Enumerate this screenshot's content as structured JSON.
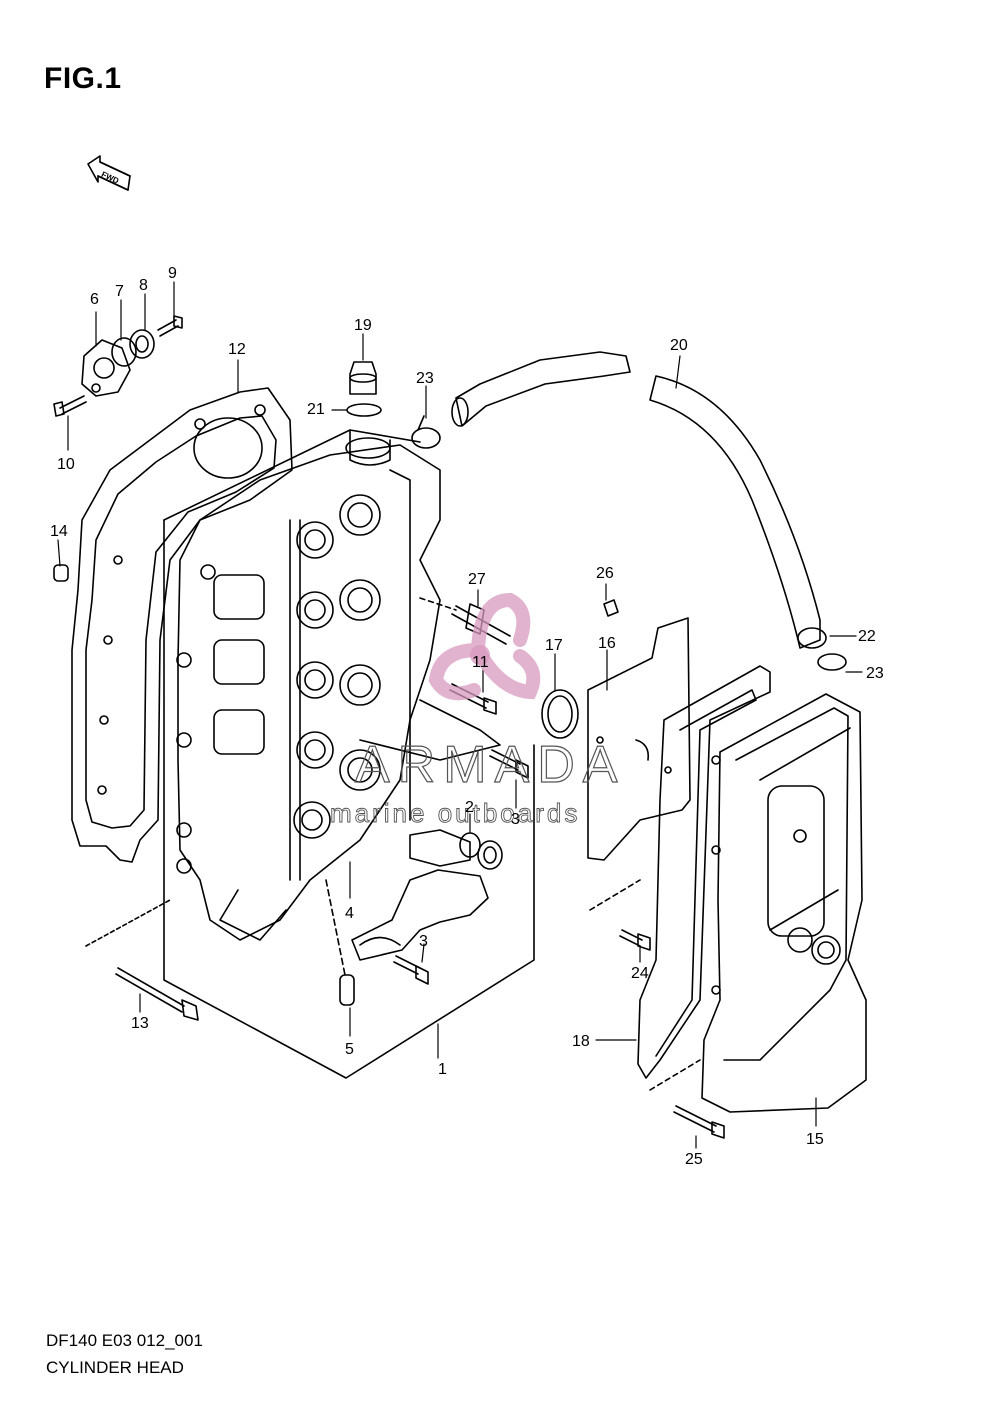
{
  "figure": {
    "title": "FIG.1",
    "fwd_label": "FWD",
    "drawing_code": "DF140 E03 012_001",
    "drawing_name": "CYLINDER HEAD"
  },
  "watermark": {
    "brand": "ARMADA",
    "tagline": "marine outboards",
    "color": "#d99ac0"
  },
  "parts": [
    {
      "id": "p1",
      "label": "1"
    },
    {
      "id": "p2",
      "label": "2"
    },
    {
      "id": "p3a",
      "label": "3"
    },
    {
      "id": "p3b",
      "label": "3"
    },
    {
      "id": "p4",
      "label": "4"
    },
    {
      "id": "p5",
      "label": "5"
    },
    {
      "id": "p6",
      "label": "6"
    },
    {
      "id": "p7",
      "label": "7"
    },
    {
      "id": "p8",
      "label": "8"
    },
    {
      "id": "p9",
      "label": "9"
    },
    {
      "id": "p10",
      "label": "10"
    },
    {
      "id": "p11",
      "label": "11"
    },
    {
      "id": "p12",
      "label": "12"
    },
    {
      "id": "p13",
      "label": "13"
    },
    {
      "id": "p14",
      "label": "14"
    },
    {
      "id": "p15",
      "label": "15"
    },
    {
      "id": "p16",
      "label": "16"
    },
    {
      "id": "p17",
      "label": "17"
    },
    {
      "id": "p18",
      "label": "18"
    },
    {
      "id": "p19",
      "label": "19"
    },
    {
      "id": "p20",
      "label": "20"
    },
    {
      "id": "p21",
      "label": "21"
    },
    {
      "id": "p22",
      "label": "22"
    },
    {
      "id": "p23a",
      "label": "23"
    },
    {
      "id": "p23b",
      "label": "23"
    },
    {
      "id": "p24",
      "label": "24"
    },
    {
      "id": "p25",
      "label": "25"
    },
    {
      "id": "p26",
      "label": "26"
    },
    {
      "id": "p27",
      "label": "27"
    }
  ]
}
